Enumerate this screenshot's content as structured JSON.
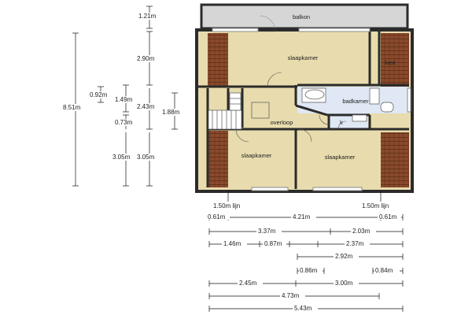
{
  "rooms": {
    "balkon": "balkon",
    "slaapkamer_top": "slaapkamer",
    "kast": "kast",
    "badkamer": "badkamer",
    "overloop": "overloop",
    "slaapkamer_left": "slaapkamer",
    "slaapkamer_right": "slaapkamer",
    "k": "k"
  },
  "vertical_dims": {
    "d121": "1.21m",
    "d290": "2.90m",
    "d851": "8.51m",
    "d092": "0.92m",
    "d149": "1.49m",
    "d243": "2.43m",
    "d188": "1.88m",
    "d073": "0.73m",
    "d305a": "3.05m",
    "d305b": "3.05m"
  },
  "horizontal_dims": {
    "lijn_left": "1.50m lijn",
    "lijn_right": "1.50m lijn",
    "r1_a": "0.61m",
    "r1_b": "4.21m",
    "r1_c": "0.61m",
    "r2_a": "3.37m",
    "r2_b": "2.03m",
    "r3_a": "1.46m",
    "r3_b": "0.87m",
    "r3_c": "2.37m",
    "r4_a": "2.92m",
    "r5_a": "0.86m",
    "r5_b": "0.84m",
    "r6_a": "2.45m",
    "r6_b": "3.00m",
    "r7_a": "4.73m",
    "r8_a": "5.43m"
  },
  "colors": {
    "wall": "#2b2b2b",
    "floor": "#e8dcae",
    "bath_floor": "#dfe8f4",
    "roof": "#8a4a2c",
    "balcony": "#d6d6d6"
  }
}
